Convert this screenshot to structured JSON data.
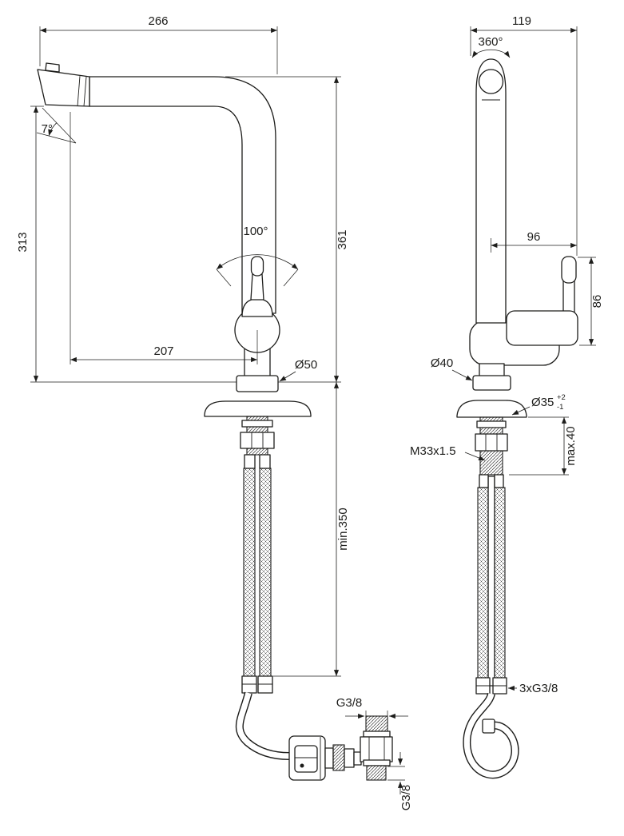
{
  "drawing": {
    "background": "#ffffff",
    "line_color": "#1d1d1b",
    "side_view": {
      "dim_width_top": "266",
      "dim_spout_angle": "7°",
      "dim_height_left": "313",
      "dim_handle_angle": "100°",
      "dim_height_right": "361",
      "dim_spout_reach": "207",
      "dim_base_dia": "Ø50",
      "dim_hose_min_length": "min.350",
      "dim_valve_thread": "G3/8",
      "dim_valve_outlet_thread": "G3/8"
    },
    "front_view": {
      "dim_width_top": "119",
      "dim_swivel_angle": "360°",
      "dim_lever_reach": "96",
      "dim_lever_height": "86",
      "dim_body_dia": "Ø40",
      "dim_hole_dia": "Ø35",
      "dim_hole_tol_upper": "+2",
      "dim_hole_tol_lower": "-1",
      "dim_shank_thread": "M33x1.5",
      "dim_deck_thickness_max": "max.40",
      "dim_supply_threads": "3xG3/8"
    }
  }
}
